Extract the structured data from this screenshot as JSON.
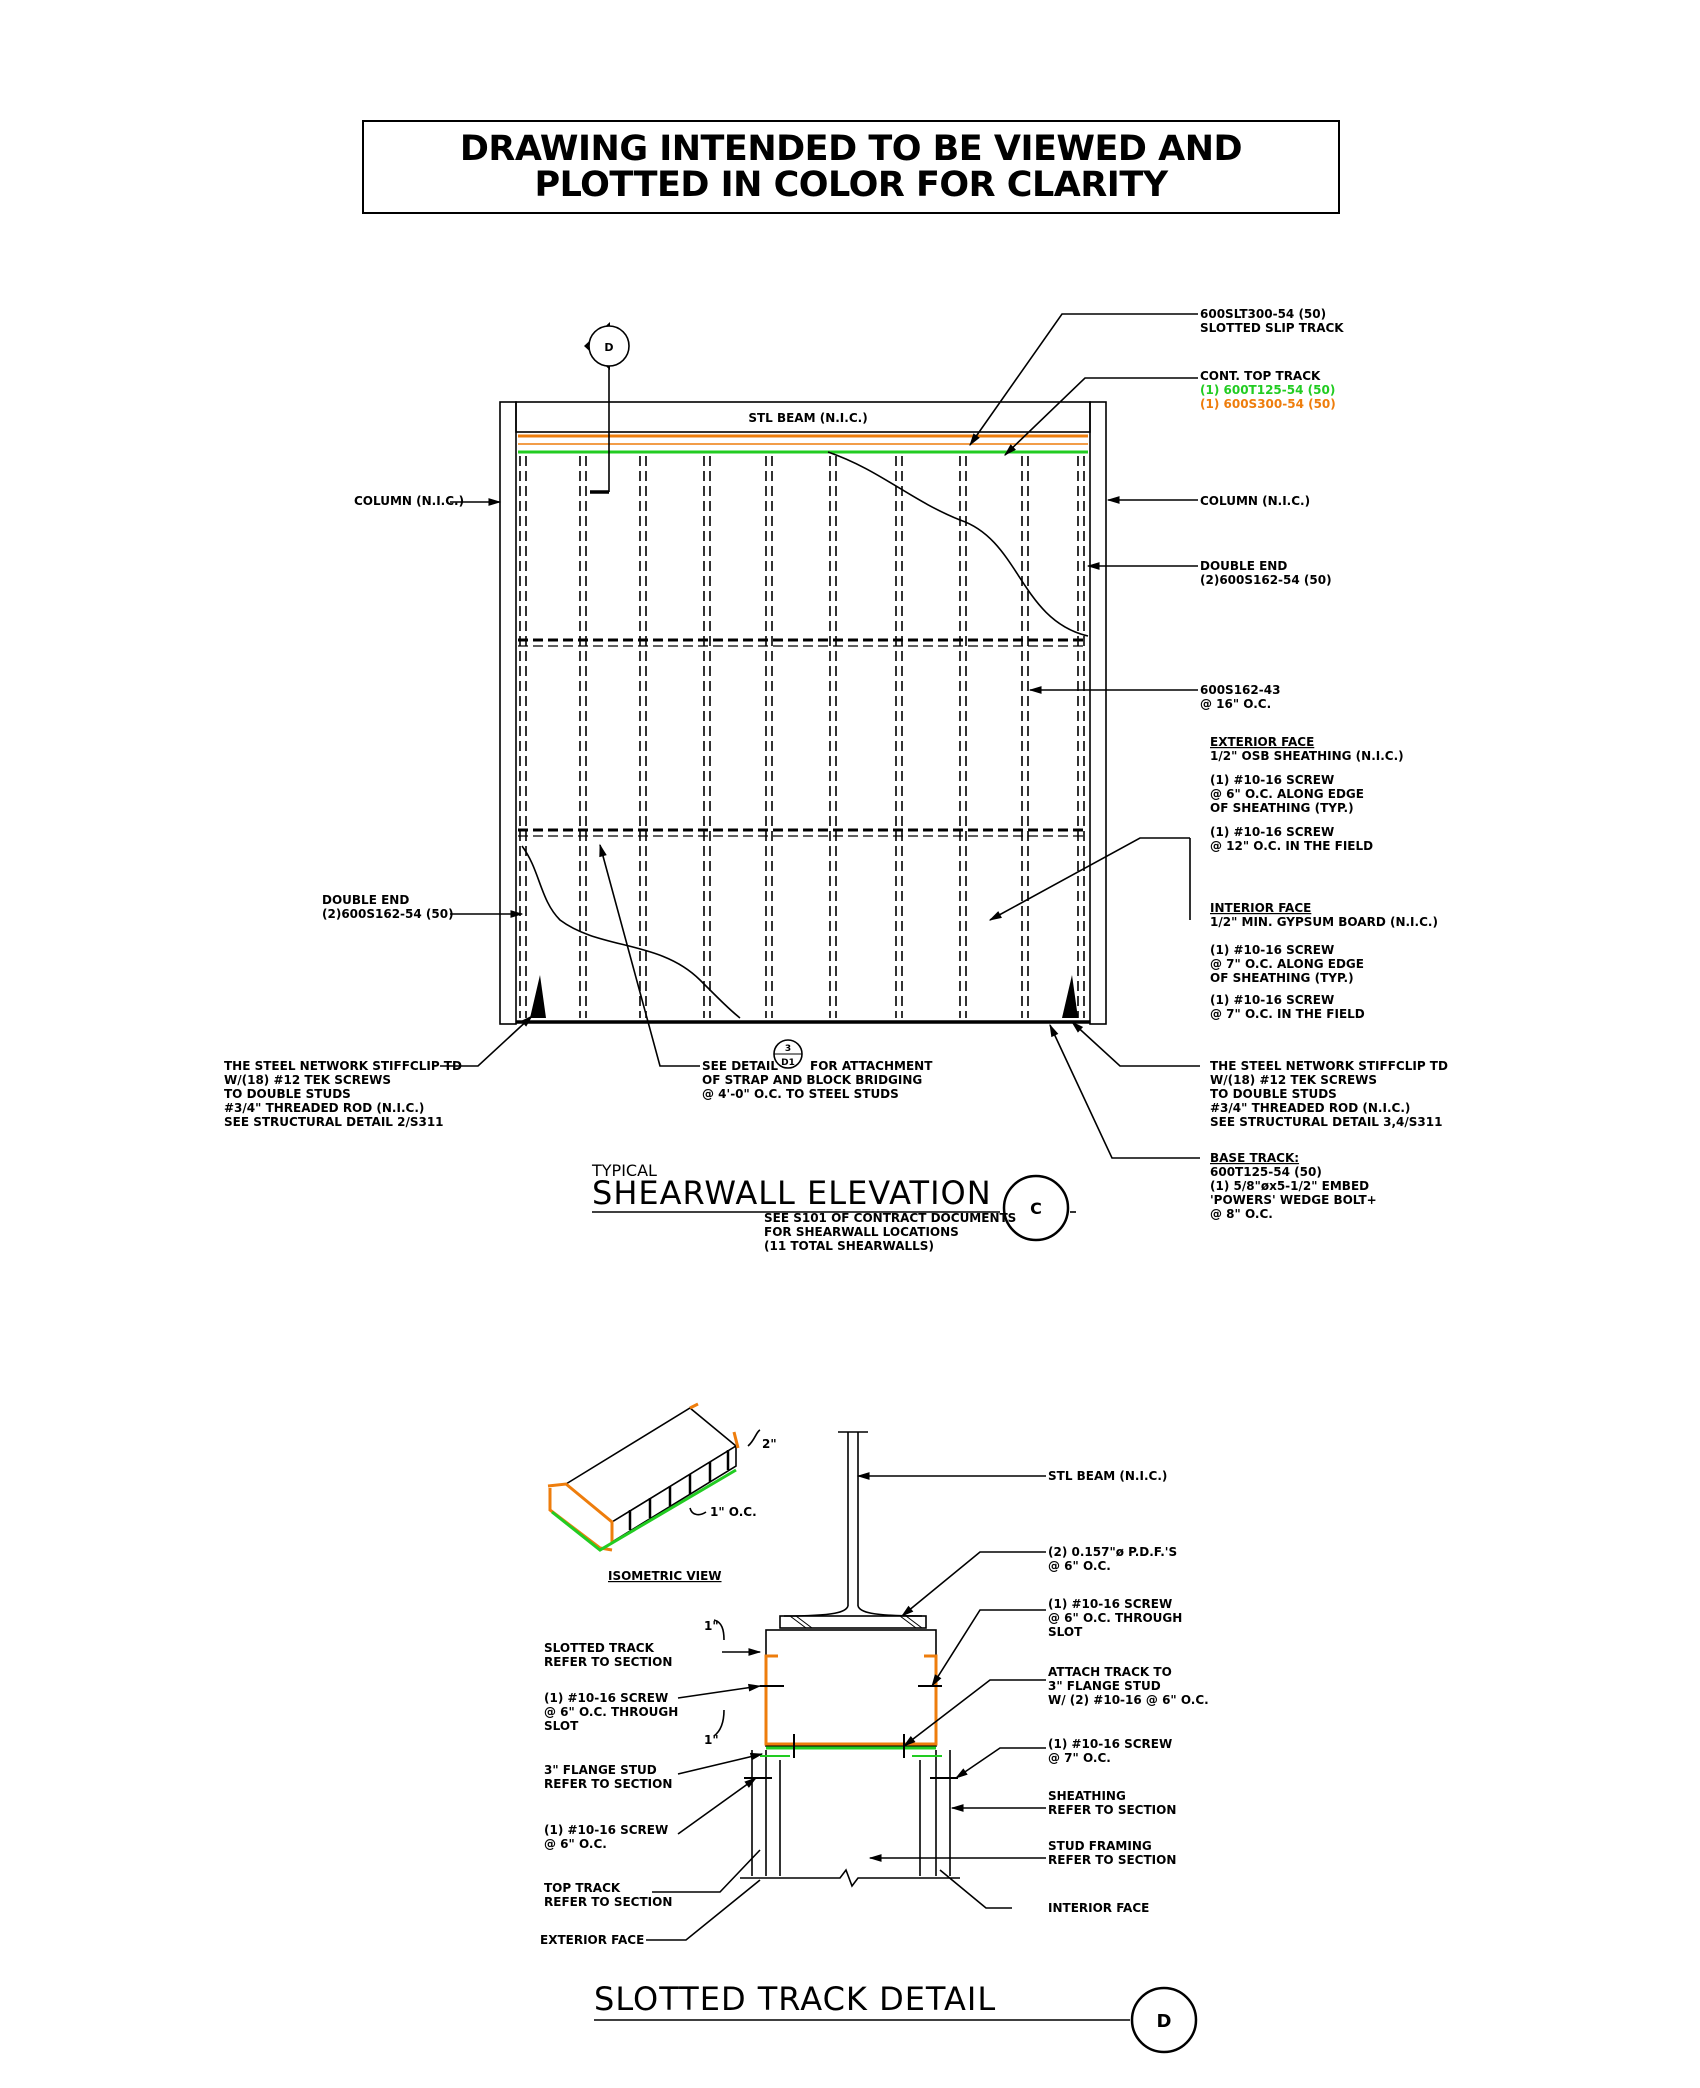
{
  "banner": {
    "line1": "DRAWING INTENDED TO BE VIEWED AND",
    "line2": "PLOTTED IN COLOR FOR CLARITY"
  },
  "colors": {
    "green": "#22cc22",
    "orange": "#ee7d0c"
  },
  "elevation": {
    "section_tag": "D",
    "beam_label": "STL BEAM (N.I.C.)",
    "slip_track": [
      "600SLT300-54 (50)",
      "SLOTTED SLIP TRACK"
    ],
    "top_track": [
      "CONT. TOP TRACK",
      "(1) 600T125-54 (50)",
      "(1) 600S300-54 (50)"
    ],
    "column_left": "COLUMN (N.I.C.)",
    "column_right": "COLUMN (N.I.C.)",
    "double_end_right": [
      "DOUBLE END",
      "(2)600S162-54 (50)"
    ],
    "stud": [
      "600S162-43",
      "@ 16\" O.C."
    ],
    "exterior_face": [
      "EXTERIOR FACE",
      "1/2\" OSB SHEATHING (N.I.C.)",
      "(1) #10-16 SCREW",
      "@ 6\" O.C. ALONG EDGE",
      "OF SHEATHING (TYP.)",
      "(1) #10-16 SCREW",
      "@ 12\" O.C. IN THE FIELD"
    ],
    "interior_face": [
      "INTERIOR FACE",
      "1/2\" MIN. GYPSUM BOARD (N.I.C.)",
      "(1) #10-16 SCREW",
      "@ 7\" O.C. ALONG EDGE",
      "OF SHEATHING (TYP.)",
      "(1) #10-16 SCREW",
      "@ 7\" O.C. IN THE FIELD"
    ],
    "double_end_left": [
      "DOUBLE END",
      "(2)600S162-54 (50)"
    ],
    "stiffclip_left": [
      "THE STEEL NETWORK STIFFCLIP TD",
      "W/(18) #12 TEK SCREWS",
      "TO DOUBLE STUDS",
      "#3/4\" THREADED ROD (N.I.C.)",
      "SEE STRUCTURAL DETAIL 2/S311"
    ],
    "see_detail": [
      "SEE DETAIL",
      "FOR ATTACHMENT",
      "OF STRAP AND BLOCK BRIDGING",
      "@ 4'-0\" O.C. TO STEEL STUDS"
    ],
    "detail_ref": {
      "num": "3",
      "sheet": "D1"
    },
    "stiffclip_right": [
      "THE STEEL NETWORK STIFFCLIP TD",
      "W/(18) #12 TEK SCREWS",
      "TO DOUBLE STUDS",
      "#3/4\" THREADED ROD (N.I.C.)",
      "SEE STRUCTURAL DETAIL 3,4/S311"
    ],
    "base_track": [
      "BASE TRACK:",
      "600T125-54 (50)",
      "(1) 5/8\"øx5-1/2\" EMBED",
      "'POWERS' WEDGE BOLT+",
      "@ 8\" O.C."
    ],
    "title_small": "TYPICAL",
    "title": "SHEARWALL ELEVATION",
    "title_tag": "C",
    "title_notes": [
      "SEE S101 OF CONTRACT DOCUMENTS",
      "FOR SHEARWALL LOCATIONS",
      "(11 TOTAL SHEARWALLS)"
    ]
  },
  "detail": {
    "iso_dim_2": "2\"",
    "iso_dim_1": "1\" O.C.",
    "iso_label": "ISOMETRIC VIEW",
    "stl_beam": "STL BEAM (N.I.C.)",
    "pdfs": [
      "(2) 0.157\"ø P.D.F.'S",
      "@ 6\" O.C."
    ],
    "screw_slot_r": [
      "(1) #10-16 SCREW",
      "@ 6\" O.C. THROUGH",
      "SLOT"
    ],
    "attach_track": [
      "ATTACH TRACK TO",
      "3\" FLANGE STUD",
      "W/ (2) #10-16 @ 6\" O.C."
    ],
    "screw_7": [
      "(1) #10-16 SCREW",
      "@ 7\" O.C."
    ],
    "sheathing": [
      "SHEATHING",
      "REFER TO SECTION"
    ],
    "stud_framing": [
      "STUD FRAMING",
      "REFER TO SECTION"
    ],
    "interior_face": "INTERIOR FACE",
    "dim_1a": "1\"",
    "slotted_track": [
      "SLOTTED TRACK",
      "REFER TO SECTION"
    ],
    "screw_slot_l": [
      "(1) #10-16 SCREW",
      "@ 6\" O.C. THROUGH",
      "SLOT"
    ],
    "dim_1b": "1\"",
    "flange_stud": [
      "3\" FLANGE STUD",
      "REFER TO SECTION"
    ],
    "screw_6": [
      "(1) #10-16 SCREW",
      "@ 6\" O.C."
    ],
    "top_track": [
      "TOP TRACK",
      "REFER TO SECTION"
    ],
    "exterior_face": "EXTERIOR FACE",
    "title": "SLOTTED TRACK DETAIL",
    "title_tag": "D"
  }
}
